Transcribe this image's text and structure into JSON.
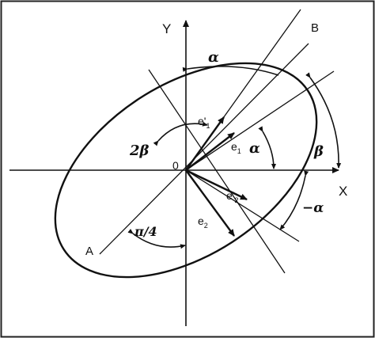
{
  "diagram": {
    "axis_x_label": "X",
    "axis_y_label": "Y",
    "origin_label": "0",
    "point_a_label": "A",
    "point_b_label": "B",
    "vec_e1_label": "e",
    "vec_e1_sub": "1",
    "vec_e2_label": "e",
    "vec_e2_sub": "2",
    "vec_e1p_label": "e'",
    "vec_e1p_sub": "1",
    "vec_e2p_label": "e'",
    "vec_e2p_sub": "2",
    "angle_alpha_top": "α",
    "angle_alpha_mid": "α",
    "angle_beta": "β",
    "angle_two_beta": "2β",
    "angle_neg_alpha": "−α",
    "angle_pi_over_4": "π/4"
  }
}
